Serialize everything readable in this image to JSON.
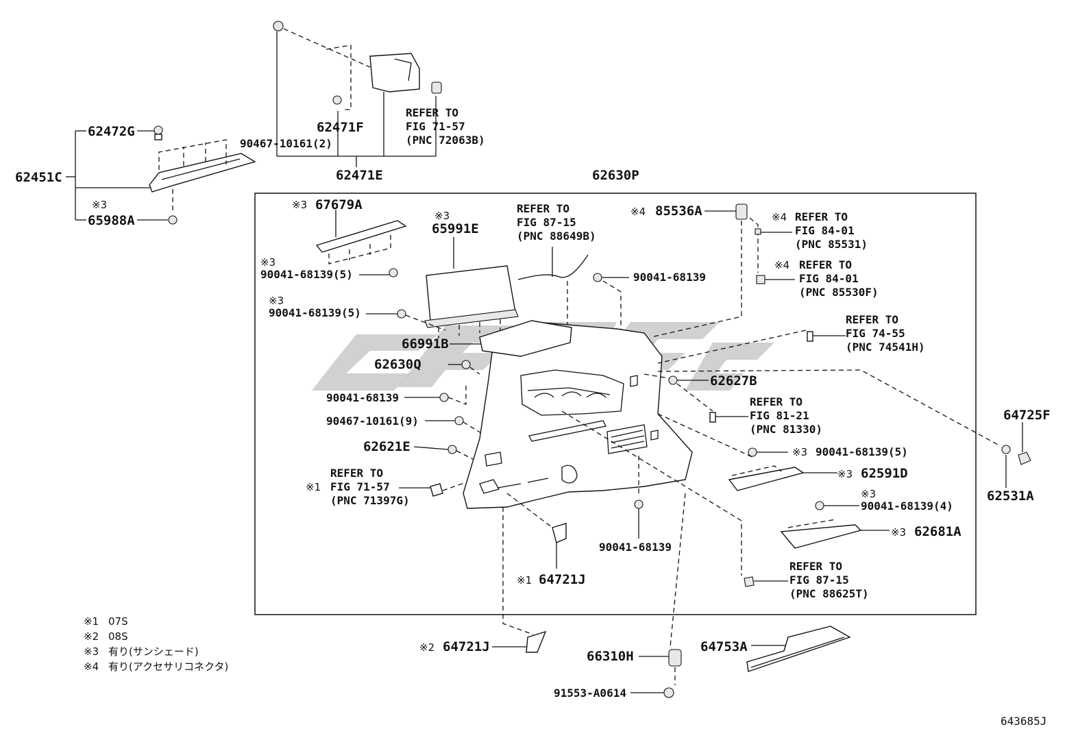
{
  "diagram_id": "643685J",
  "parts": {
    "p62451C": "62451C",
    "p62472G": "62472G",
    "p65988A": "65988A",
    "p62471F": "62471F",
    "p62471E": "62471E",
    "p90467_10161_2": "90467-10161(2)",
    "p62630P": "62630P",
    "p67679A": "67679A",
    "p65991E": "65991E",
    "p90041_5a": "90041-68139(5)",
    "p90041_5b": "90041-68139(5)",
    "p90041_a": "90041-68139",
    "p85536A": "85536A",
    "p66991B": "66991B",
    "p62630Q": "62630Q",
    "p62627B": "62627B",
    "p90041_b": "90041-68139",
    "p90467_10161_9": "90467-10161(9)",
    "p62621E": "62621E",
    "p90041_5c": "90041-68139(5)",
    "p62591D": "62591D",
    "p90041_4": "90041-68139(4)",
    "p62681A": "62681A",
    "p90041_c": "90041-68139",
    "p64721J_1": "64721J",
    "p64721J_2": "64721J",
    "p64725F": "64725F",
    "p62531A": "62531A",
    "p66310H": "66310H",
    "p64753A": "64753A",
    "p91553": "91553-A0614"
  },
  "refs": {
    "r72063B": [
      "REFER TO",
      "FIG 71-57",
      "(PNC 72063B)"
    ],
    "r88649B": [
      "REFER TO",
      "FIG 87-15",
      "(PNC 88649B)"
    ],
    "r85531": [
      "REFER TO",
      "FIG 84-01",
      "(PNC 85531)"
    ],
    "r85530F": [
      "REFER TO",
      "FIG 84-01",
      "(PNC 85530F)"
    ],
    "r74541H": [
      "REFER TO",
      "FIG 74-55",
      "(PNC 74541H)"
    ],
    "r81330": [
      "REFER TO",
      "FIG 81-21",
      "(PNC 81330)"
    ],
    "r71397G": [
      "REFER TO",
      "FIG 71-57",
      "(PNC 71397G)"
    ],
    "r88625T": [
      "REFER TO",
      "FIG 87-15",
      "(PNC 88625T)"
    ]
  },
  "marks": {
    "m1": "※1",
    "m2": "※2",
    "m3": "※3",
    "m4": "※4"
  },
  "legend": [
    {
      "mark": "※1",
      "text": "07S"
    },
    {
      "mark": "※2",
      "text": "08S"
    },
    {
      "mark": "※3",
      "text": "有り(サンシェード)"
    },
    {
      "mark": "※4",
      "text": "有り(アクセサリコネクタ)"
    }
  ]
}
